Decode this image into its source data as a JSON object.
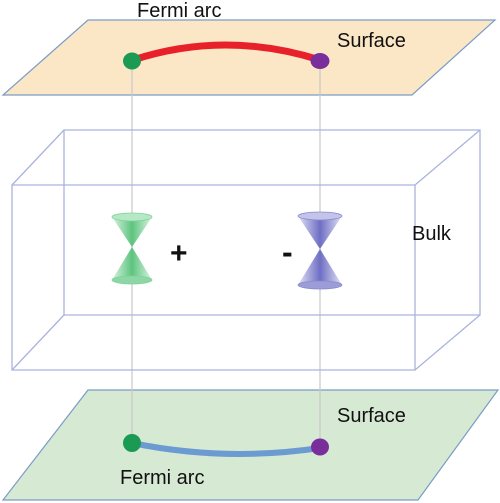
{
  "labels": {
    "top_fermi_arc": "Fermi arc",
    "top_surface": "Surface",
    "bulk": "Bulk",
    "bottom_surface": "Surface",
    "bottom_fermi_arc": "Fermi arc",
    "plus_chirality": "+",
    "minus_chirality": "-"
  },
  "colors": {
    "top_surface_fill": "#fbe7c6",
    "bottom_surface_fill": "#d6e9d3",
    "plane_edge": "#7a9cc8",
    "box_edge": "#aab4dd",
    "top_arc": "#e8202a",
    "bottom_arc": "#6b9bd1",
    "green_node": "#1a9a52",
    "purple_node": "#7a2e9c",
    "green_cone": "#7fd39a",
    "purple_cone": "#8a8ad0",
    "projection_line": "#c8c8c8"
  },
  "icons": {
    "left_cone": "weyl-cone-positive-icon",
    "right_cone": "weyl-cone-negative-icon",
    "green_node": "green-node-dot",
    "purple_node": "purple-node-dot"
  }
}
